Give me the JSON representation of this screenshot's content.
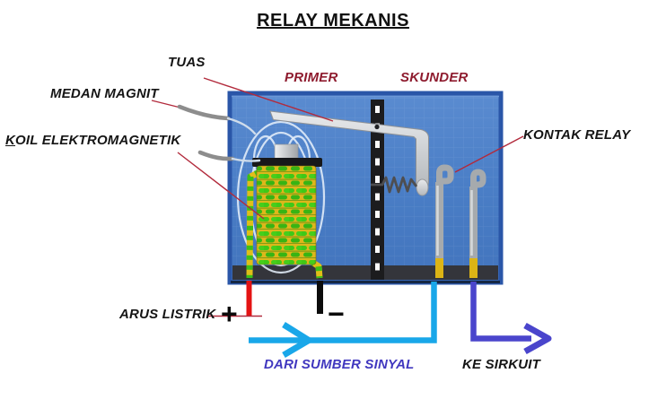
{
  "title": "RELAY MEKANIS",
  "labels": {
    "tuas": "TUAS",
    "medan_magnit": "MEDAN MAGNIT",
    "koil_initial": "K",
    "koil_rest": "OIL ELEKTROMAGNETIK",
    "primer": "PRIMER",
    "skunder": "SKUNDER",
    "kontak_relay": "KONTAK RELAY",
    "arus_listrik": "ARUS LISTRIK",
    "plus_sign": "+",
    "minus_sign": "−",
    "dari_sumber_sinyal": "DARI SUMBER SINYAL",
    "ke_sirkuit": "KE SIRKUIT"
  },
  "colors": {
    "label_maroon": "#8e1b2e",
    "leader_red": "#b22a3c",
    "signal_blue_text": "#4138bf",
    "cyan_arrow": "#19a7e9",
    "purple_arrow": "#4a45cc",
    "wire_red": "#e41313",
    "wire_black": "#0c0c0c",
    "box_blue": "#4a7ec6",
    "box_border": "#2a56a8",
    "coil_green": "#3fc818",
    "coil_yellow": "#dcb71b",
    "contact_yellow": "#dcb415",
    "text_black": "#151515"
  }
}
